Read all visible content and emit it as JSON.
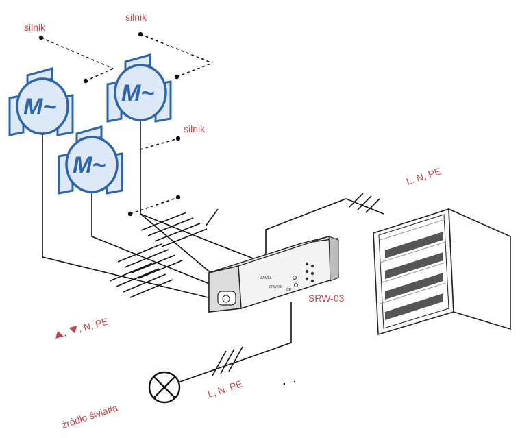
{
  "labels": {
    "motor_top_left": "silnik",
    "motor_top_right": "silnik",
    "motor_middle": "silnik",
    "supply_cabinet": "L, N, PE",
    "motor_wires": ", N, PE",
    "device": "SRW-03",
    "light_wires": "L, N, PE",
    "light_source": "źródło światła"
  },
  "motor_symbol_text": "M~",
  "device_face_text": {
    "brand": "ZAMEL",
    "model": "SRW-03",
    "marks": "CE"
  },
  "colors": {
    "label": "#c9434b",
    "motor_blue": "#2b65b1",
    "motor_fill": "#dde9f7",
    "wire": "#111111",
    "cabinet_bar": "#555555"
  },
  "icons": {
    "motor": "motor-icon",
    "light": "light-bulb-icon",
    "cabinet": "distribution-cabinet-icon",
    "controller": "controller-device-icon",
    "arrow_up": "triangle-up-icon",
    "arrow_down": "triangle-down-icon"
  }
}
